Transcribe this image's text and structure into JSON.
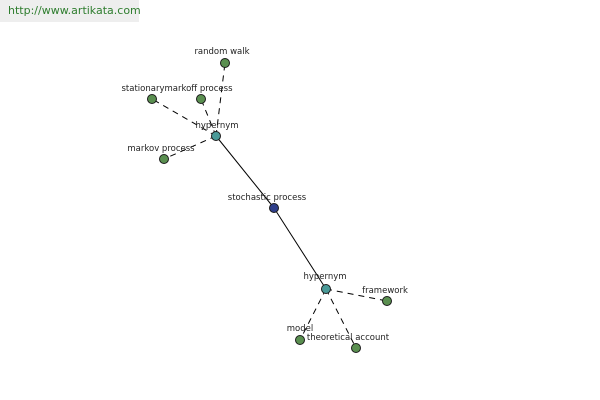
{
  "header": {
    "url_text": "http://www.artikata.com"
  },
  "colors": {
    "leaf": "#5a8f50",
    "hyper": "#4a9a98",
    "center": "#2f3f8a",
    "link": "#2e7d2e"
  },
  "graph": {
    "nodes": {
      "center": "stochastic process",
      "hyper_top": "hypernym",
      "hyper_bottom": "hypernym",
      "random_walk": "random walk",
      "stationary": "stationarymarkoff process",
      "markov": "markov process",
      "framework": "framework",
      "model": "model",
      "theoretical": "theoretical account"
    }
  }
}
